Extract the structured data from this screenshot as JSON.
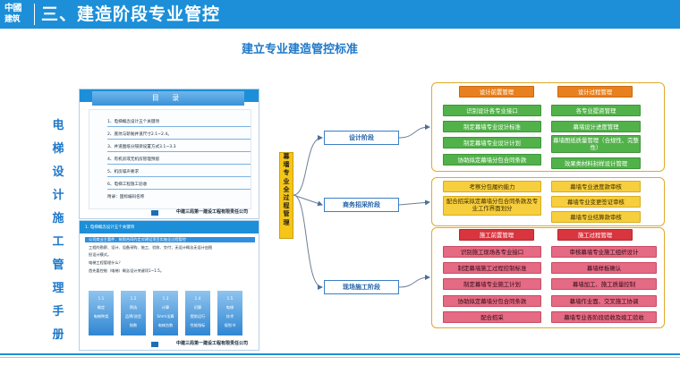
{
  "header": {
    "logo_line1": "中國",
    "logo_line2": "建筑",
    "title": "三、建造阶段专业管控"
  },
  "subtitle": "建立专业建造管控标准",
  "manual_vertical": [
    "电",
    "梯",
    "设",
    "计",
    "施",
    "工",
    "管",
    "理",
    "手",
    "册"
  ],
  "doc1": {
    "band_title": "目 录",
    "items": [
      "1、电梯概念设计五个关键项",
      "2、底坑与轿厢井道尺寸2.1~2.4。",
      "3、井道图纸分隔梁设置方式3.1~3.3",
      "4、有机房或无机房管理预留",
      "5、机房噪声要求",
      "6、电梯工程施工验收",
      "附录：国标编码名称"
    ],
    "footer": "中建三局第一建设工程有限责任公司"
  },
  "doc2": {
    "head": "1. 电梯概念设计五个关键项",
    "lines": [
      "公司商业主要件、按照合同约定对建设项目实施全过程管控",
      "工程的勘察、设计、设备采购、施工、验收、交付；无设计概念无设计由图",
      "担设计模式。",
      "电梯工程管理什么？",
      "首先要控制（电梯）概念设计关键项1~1.5。"
    ],
    "steps": [
      {
        "num": "1.1",
        "a": "概定",
        "b": "电梯种类"
      },
      {
        "num": "1.2",
        "a": "预选",
        "b": "品牌/选型",
        "c": "指数"
      },
      {
        "num": "1.3",
        "a": "计算",
        "b": "Smm法算",
        "c": "电梯台数"
      },
      {
        "num": "1.4",
        "a": "初算",
        "b": "提前运行",
        "c": "性能指标"
      },
      {
        "num": "1.5",
        "a": "电梯",
        "b": "技术",
        "c": "规划书"
      }
    ],
    "footer": "中建三局第一建设工程有限责任公司"
  },
  "process_label": [
    "幕",
    "墙",
    "专",
    "业",
    "全",
    "过",
    "程",
    "管",
    "理"
  ],
  "stages": [
    "设计阶段",
    "商务招采阶段",
    "现场施工阶段"
  ],
  "groups": {
    "design": {
      "left_header": "设计前置管理",
      "right_header": "设计过程管理",
      "left": [
        "识别设计各专业接口",
        "制定幕墙专业设计标准",
        "制定幕墙专业设计计划",
        "协助拟定幕墙分包合同条款"
      ],
      "right": [
        "各专业提资管理",
        "幕墙设计进度管理",
        "幕墙图纸质量管理（合规性、完整性）",
        "效果类材料封样设计管理"
      ]
    },
    "commerce": {
      "left": [
        "考察分包履约能力",
        "配合招采拟定幕墙分包合同条款及专业工作界面划分"
      ],
      "right": [
        "幕墙专业进度款审核",
        "幕墙专业变更签证审核",
        "幕墙专业结算款审核"
      ]
    },
    "site": {
      "left_header": "施工前置管理",
      "right_header": "施工过程管理",
      "left": [
        "识别施工现场各专业接口",
        "制定幕墙施工过程控制标准",
        "制定幕墙专业施工计划",
        "协助拟定幕墙分包合同条款",
        "配合招采"
      ],
      "right": [
        "审核幕墙专业施工组织设计",
        "幕墙样板确认",
        "幕墙加工、施工质量控制",
        "幕墙作业面、交叉施工协调",
        "幕墙专业各阶段验收及竣工验收"
      ]
    }
  },
  "colors": {
    "brand_blue": "#1c8fd8",
    "header_orange": "#e8801f",
    "green": "#52b24a",
    "yellow": "#f6ce3e",
    "red": "#d9353f",
    "pink": "#e56a83",
    "process_yellow": "#f5c518"
  }
}
